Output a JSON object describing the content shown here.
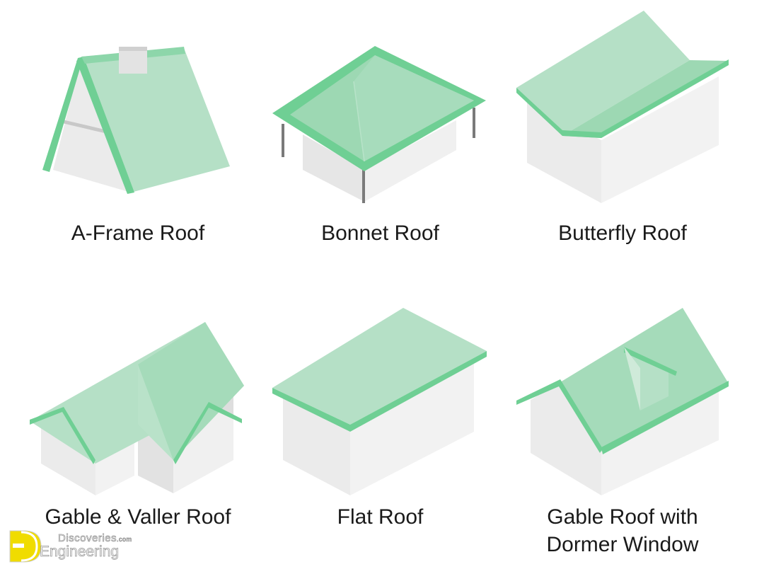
{
  "items": [
    {
      "label": "A-Frame Roof"
    },
    {
      "label": "Bonnet Roof"
    },
    {
      "label": "Butterfly Roof"
    },
    {
      "label": "Gable & Valler Roof"
    },
    {
      "label": "Flat Roof"
    },
    {
      "label_line1": "Gable Roof with",
      "label_line2": "Dormer Window"
    }
  ],
  "watermark": {
    "line1": "Discoveries",
    "suffix": ".com",
    "line2": "Engineering"
  },
  "colors": {
    "roof_light": "#b5e0c6",
    "roof_mid": "#9dd8b3",
    "roof_edge": "#6fcf94",
    "wall_light": "#ebebeb",
    "wall_dark": "#d5d5d5",
    "post": "#7a7a7a",
    "logo_yellow": "#f0dc00"
  }
}
